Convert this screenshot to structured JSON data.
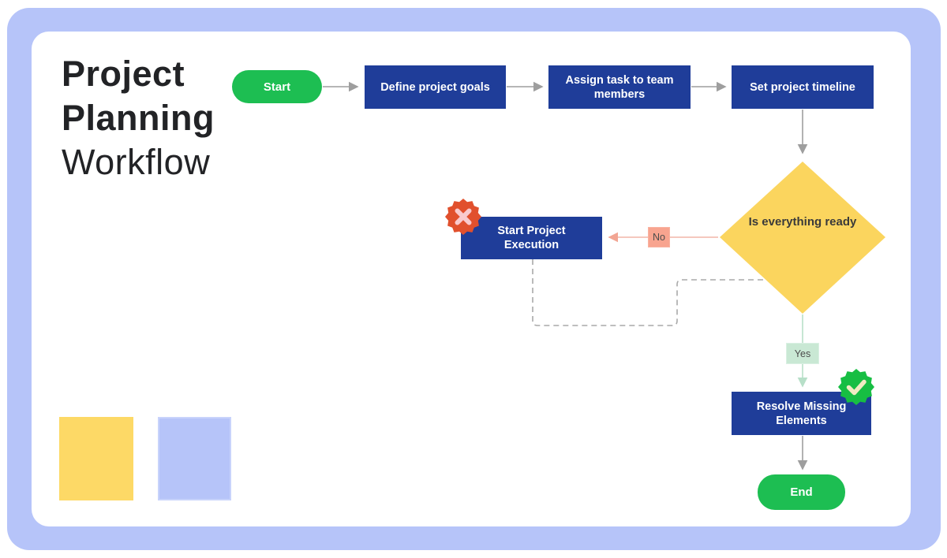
{
  "title": {
    "line1": "Project",
    "line2": "Planning",
    "line3": "Workflow"
  },
  "nodes": {
    "start": {
      "label": "Start",
      "type": "terminator"
    },
    "define_goals": {
      "label": "Define project goals",
      "type": "process"
    },
    "assign_tasks": {
      "label": "Assign task to team members",
      "type": "process"
    },
    "set_timeline": {
      "label": "Set project timeline",
      "type": "process"
    },
    "decision": {
      "label": "Is everything ready",
      "type": "decision"
    },
    "start_execution": {
      "label": "Start Project Execution",
      "type": "process"
    },
    "resolve_missing": {
      "label": "Resolve Missing Elements",
      "type": "process"
    },
    "end": {
      "label": "End",
      "type": "terminator"
    }
  },
  "edge_labels": {
    "no": "No",
    "yes": "Yes"
  },
  "icons": {
    "error_badge": "cross-seal-icon",
    "success_badge": "check-seal-icon"
  },
  "colors": {
    "frame": "#b6c4f9",
    "canvas": "#ffffff",
    "process_fill": "#1f3d99",
    "terminator_fill": "#1dbe52",
    "decision_fill": "#fbd55e",
    "no_label_fill": "#f8a48f",
    "no_line": "#f2b5a8",
    "yes_label_fill": "#c9e8d4",
    "yes_line": "#b7dfc8",
    "connector_gray": "#9e9e9e",
    "dashed_gray": "#a9a9a9",
    "error_badge": "#e1502d",
    "success_badge": "#17be43",
    "swatch_yellow": "#fdd966",
    "swatch_blue": "#b6c4f9"
  }
}
